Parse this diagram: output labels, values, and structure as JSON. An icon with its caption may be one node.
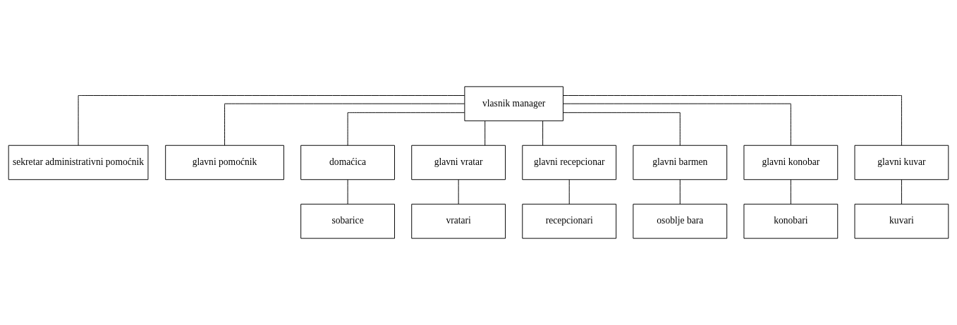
{
  "diagram": {
    "nodes": [
      {
        "text": [
          "vlasnik manager"
        ]
      },
      {
        "text": [
          "sekretar administrativni pomoćnik"
        ]
      },
      {
        "text": [
          "glavni pomoćnik"
        ]
      },
      {
        "text": [
          "domaćica"
        ]
      },
      {
        "text": [
          "glavni vratar"
        ]
      },
      {
        "text": [
          "glavni recepcionar"
        ]
      },
      {
        "text": [
          "glavni barmen"
        ]
      },
      {
        "text": [
          "glavni konobar"
        ]
      },
      {
        "text": [
          "glavni kuvar"
        ]
      },
      {
        "text": [
          "sobarice"
        ]
      },
      {
        "text": [
          "vratari"
        ]
      },
      {
        "text": [
          "recepcionari"
        ]
      },
      {
        "text": [
          "osoblje bara"
        ]
      },
      {
        "text": [
          "konobari"
        ]
      },
      {
        "text": [
          "kuvari"
        ]
      }
    ],
    "edges": [
      {
        "from": 0,
        "to": 1,
        "arrow": "none"
      },
      {
        "from": 0,
        "to": 2,
        "arrow": "none"
      },
      {
        "from": 0,
        "to": 3,
        "arrow": "none"
      },
      {
        "from": 0,
        "to": 4,
        "arrow": "none"
      },
      {
        "from": 0,
        "to": 5,
        "arrow": "none"
      },
      {
        "from": 0,
        "to": 6,
        "arrow": "none"
      },
      {
        "from": 0,
        "to": 7,
        "arrow": "none"
      },
      {
        "from": 0,
        "to": 8,
        "arrow": "none"
      },
      {
        "from": 3,
        "to": 9,
        "arrow": "none"
      },
      {
        "from": 4,
        "to": 10,
        "arrow": "none"
      },
      {
        "from": 5,
        "to": 11,
        "arrow": "none"
      },
      {
        "from": 6,
        "to": 12,
        "arrow": "none"
      },
      {
        "from": 7,
        "to": 13,
        "arrow": "none"
      },
      {
        "from": 8,
        "to": 14,
        "arrow": "none"
      }
    ]
  }
}
